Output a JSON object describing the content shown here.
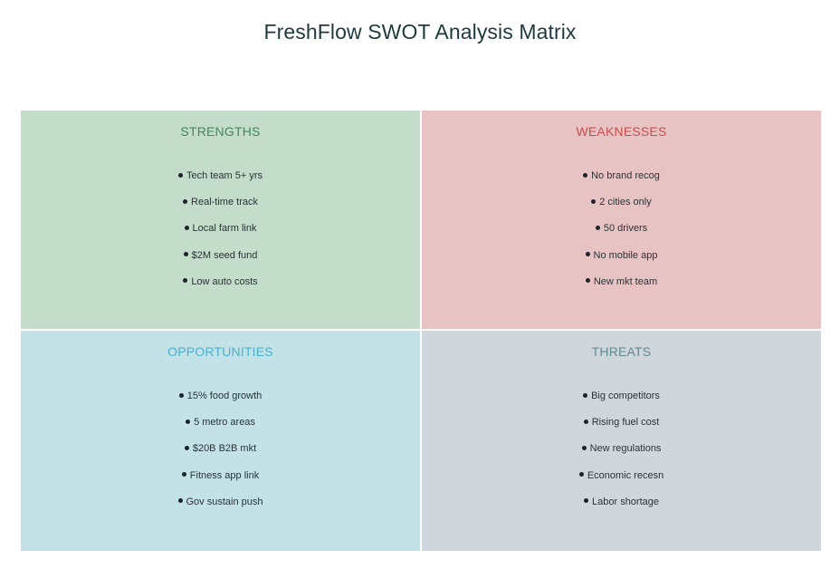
{
  "title": "FreshFlow SWOT Analysis Matrix",
  "colors": {
    "strengths_bg": "#c4dcca",
    "strengths_heading": "#3d8a5a",
    "weaknesses_bg": "#e8c3c4",
    "weaknesses_heading": "#cc4b4c",
    "opportunities_bg": "#c2e2e8",
    "opportunities_heading": "#4bb0cc",
    "threats_bg": "#d0d7dc",
    "threats_heading": "#5f8a8f",
    "title": "#1f3a3f"
  },
  "quadrants": {
    "strengths": {
      "heading": "STRENGTHS",
      "items": [
        "Tech team 5+ yrs",
        "Real-time track",
        "Local farm link",
        "$2M seed fund",
        "Low auto costs"
      ]
    },
    "weaknesses": {
      "heading": "WEAKNESSES",
      "items": [
        "No brand recog",
        "2 cities only",
        "50 drivers",
        "No mobile app",
        "New mkt team"
      ]
    },
    "opportunities": {
      "heading": "OPPORTUNITIES",
      "items": [
        "15% food growth",
        "5 metro areas",
        "$20B B2B mkt",
        "Fitness app link",
        "Gov sustain push"
      ]
    },
    "threats": {
      "heading": "THREATS",
      "items": [
        "Big competitors",
        "Rising fuel cost",
        "New regulations",
        "Economic recesn",
        "Labor shortage"
      ]
    }
  }
}
